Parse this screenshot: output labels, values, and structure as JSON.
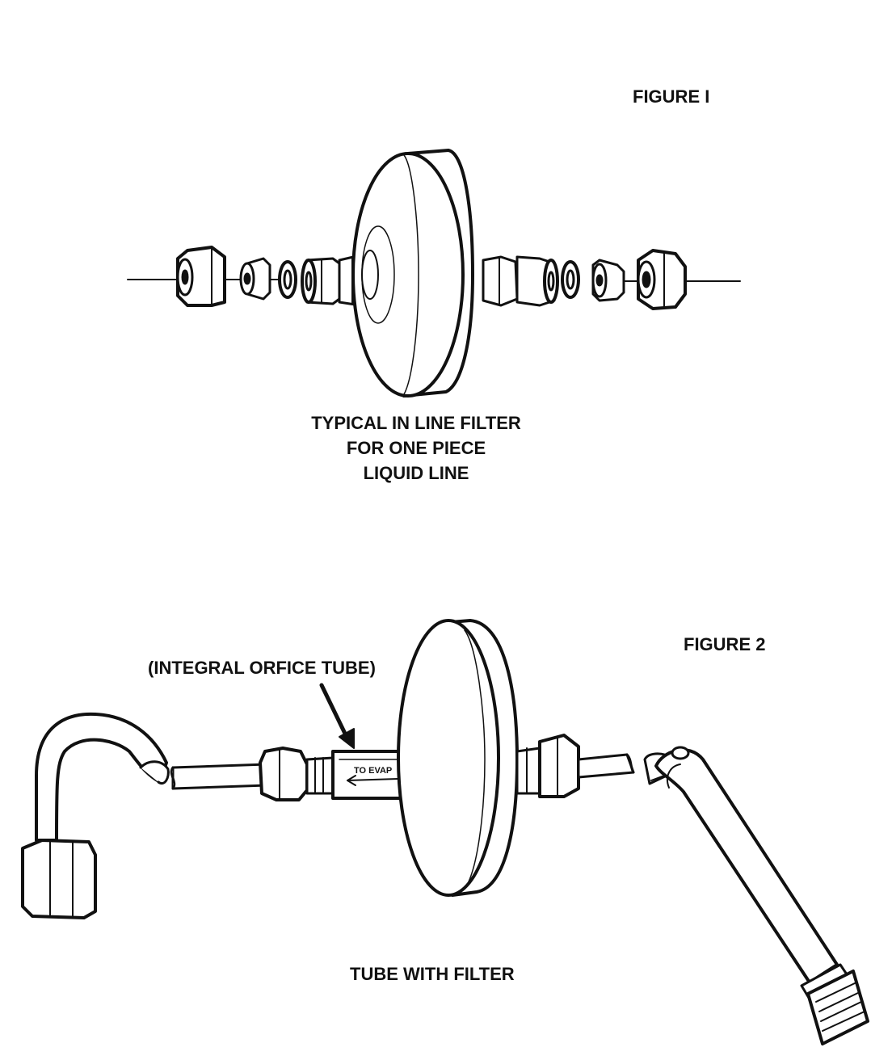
{
  "figure1": {
    "label": "FIGURE I",
    "caption": [
      "TYPICAL IN LINE FILTER",
      "FOR ONE PIECE",
      "LIQUID LINE"
    ]
  },
  "figure2": {
    "label": "FIGURE 2",
    "callout": "(INTEGRAL ORFICE TUBE)",
    "body_marking": "TO EVAP",
    "caption": "TUBE WITH FILTER"
  },
  "colors": {
    "ink": "#111111",
    "paper": "#ffffff"
  }
}
